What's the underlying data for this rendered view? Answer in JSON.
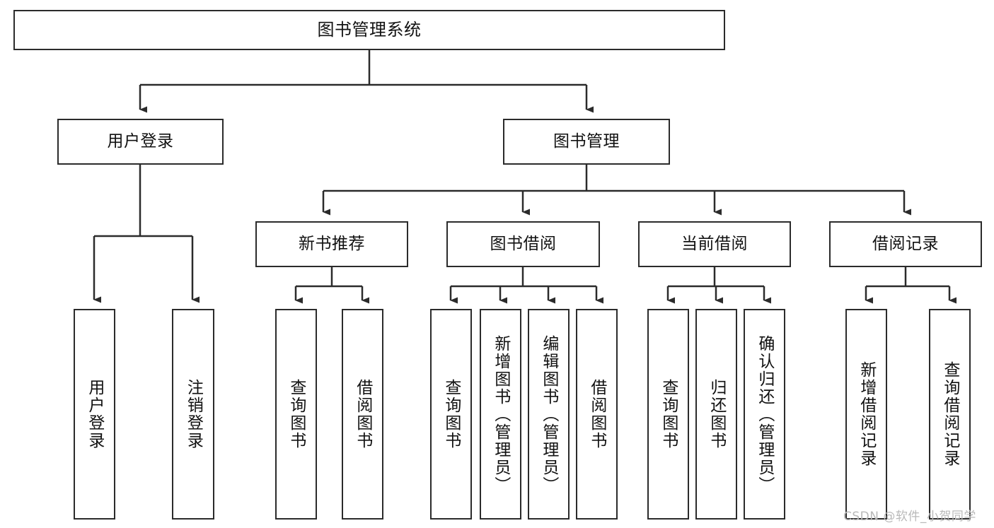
{
  "diagram": {
    "title": "图书管理系统",
    "type": "tree",
    "stroke_color": "#2b2b2b",
    "fill_color": "#ffffff",
    "text_color": "#111111"
  },
  "nodes": {
    "root": {
      "label": "图书管理系统"
    },
    "level2": [
      {
        "label": "用户登录"
      },
      {
        "label": "图书管理"
      }
    ],
    "level3": [
      {
        "label": "新书推荐"
      },
      {
        "label": "图书借阅"
      },
      {
        "label": "当前借阅"
      },
      {
        "label": "借阅记录"
      }
    ],
    "leaves_user_login": [
      {
        "label": "用户登录"
      },
      {
        "label": "注销登录"
      }
    ],
    "leaves_new_book": [
      {
        "label": "查询图书"
      },
      {
        "label": "借阅图书"
      }
    ],
    "leaves_borrow": [
      {
        "label": "查询图书"
      },
      {
        "label": "新增图书（管理员）"
      },
      {
        "label": "编辑图书（管理员）"
      },
      {
        "label": "借阅图书"
      }
    ],
    "leaves_current": [
      {
        "label": "查询图书"
      },
      {
        "label": "归还图书"
      },
      {
        "label": "确认归还（管理员）"
      }
    ],
    "leaves_records": [
      {
        "label": "新增借阅记录"
      },
      {
        "label": "查询借阅记录"
      }
    ]
  },
  "watermark": {
    "text": "CSDN @软件_小贺同学"
  }
}
